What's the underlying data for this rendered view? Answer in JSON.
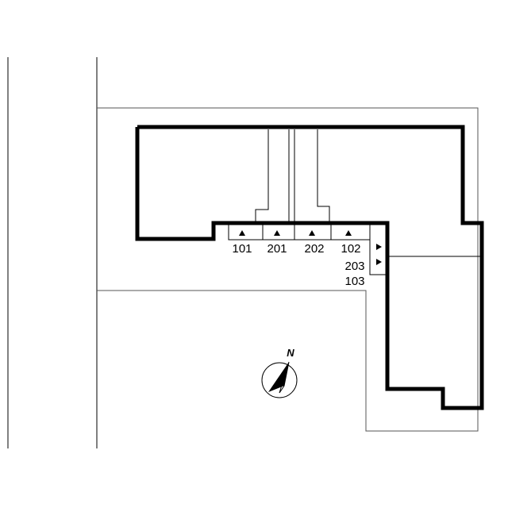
{
  "units": {
    "top_row": [
      "101",
      "201",
      "202",
      "102"
    ],
    "side_column": [
      "203",
      "103"
    ]
  },
  "compass": {
    "label": "N"
  }
}
